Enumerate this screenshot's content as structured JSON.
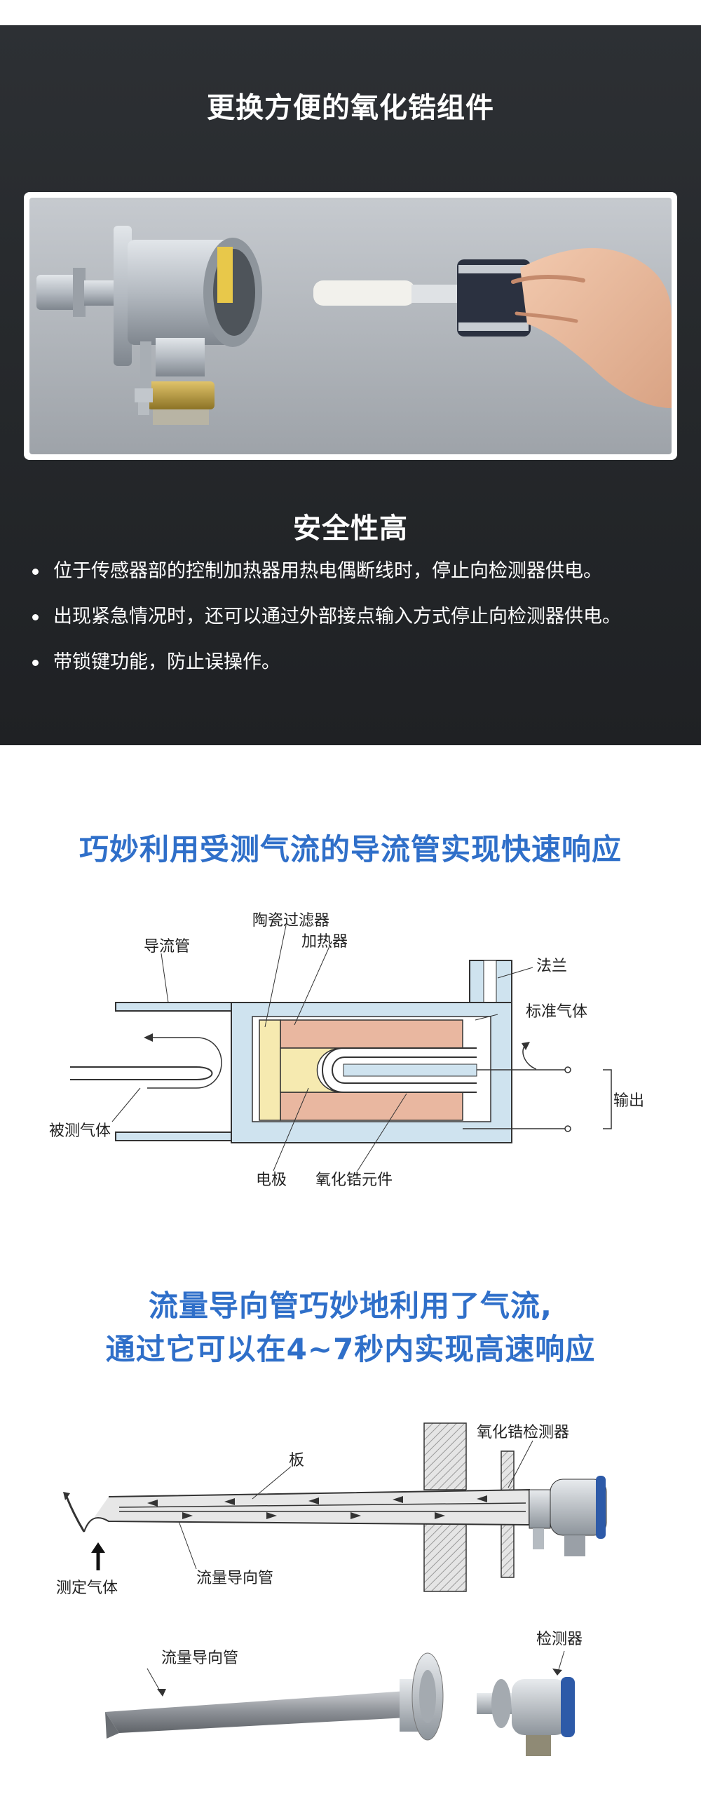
{
  "section1": {
    "title": "更换方便的氧化锆组件"
  },
  "section2": {
    "title": "安全性高",
    "bullets": [
      "位于传感器部的控制加热器用热电偶断线时，停止向检测器供电。",
      "出现紧急情况时，还可以通过外部接点输入方式停止向检测器供电。",
      "带锁键功能，防止误操作。"
    ]
  },
  "section3": {
    "title": "巧妙利用受测气流的导流管实现快速响应",
    "labels": {
      "ceramic_filter": "陶瓷过滤器",
      "heater": "加热器",
      "flow_tube": "导流管",
      "flange": "法兰",
      "reference_gas": "标准气体",
      "output": "输出",
      "measured_gas": "被测气体",
      "electrode": "电极",
      "zirconia_element": "氧化锆元件"
    }
  },
  "section4": {
    "title_line1": "流量导向管巧妙地利用了气流,",
    "title_line2": "通过它可以在4~7秒内实现高速响应",
    "labels": {
      "zirconia_detector": "氧化锆检测器",
      "plate": "板",
      "flow_guide_tube": "流量导向管",
      "measured_gas": "测定气体",
      "flow_guide_tube_2": "流量导向管",
      "detector": "检测器"
    }
  },
  "colors": {
    "dark_bg": "#26292c",
    "accent_blue": "#2f6fc9",
    "diagram_blue": "#cfe3ef",
    "ceramic": "#e9b7a0",
    "filter_yellow": "#f6eab0"
  }
}
